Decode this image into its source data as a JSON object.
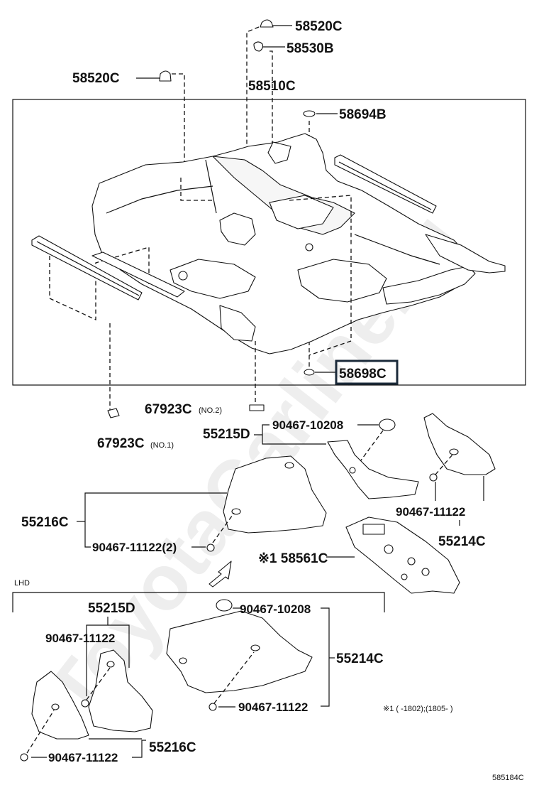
{
  "labels": {
    "p58520c_top": "58520C",
    "p58530b": "58530B",
    "p58520c_left": "58520C",
    "p58510c": "58510C",
    "p58694b": "58694B",
    "p58698c": "58698C",
    "p67923c_no2": "67923C",
    "p67923c_no2_sub": "(NO.2)",
    "p67923c_no1": "67923C",
    "p67923c_no1_sub": "(NO.1)",
    "p55215d_a": "55215D",
    "p90467_10208_a": "90467-10208",
    "p55216c_a": "55216C",
    "p90467_11122_2": "90467-11122(2)",
    "p90467_11122_a": "90467-11122",
    "p55214c_a": "55214C",
    "p58561c": "※1 58561C",
    "lhd": "LHD",
    "p55215d_b": "55215D",
    "p90467_11122_b": "90467-11122",
    "p90467_10208_b": "90467-10208",
    "p55214c_b": "55214C",
    "p90467_11122_c": "90467-11122",
    "p55216c_b": "55216C",
    "p90467_11122_d": "90467-11122",
    "footnote": "※1 (      -1802);(1805-      )",
    "diagram_code": "585184C"
  },
  "watermark": "ToyotaCarline.ru",
  "colors": {
    "highlight_box": "#1b2a3a",
    "line": "#111111",
    "watermark": "#e8e8e8"
  }
}
